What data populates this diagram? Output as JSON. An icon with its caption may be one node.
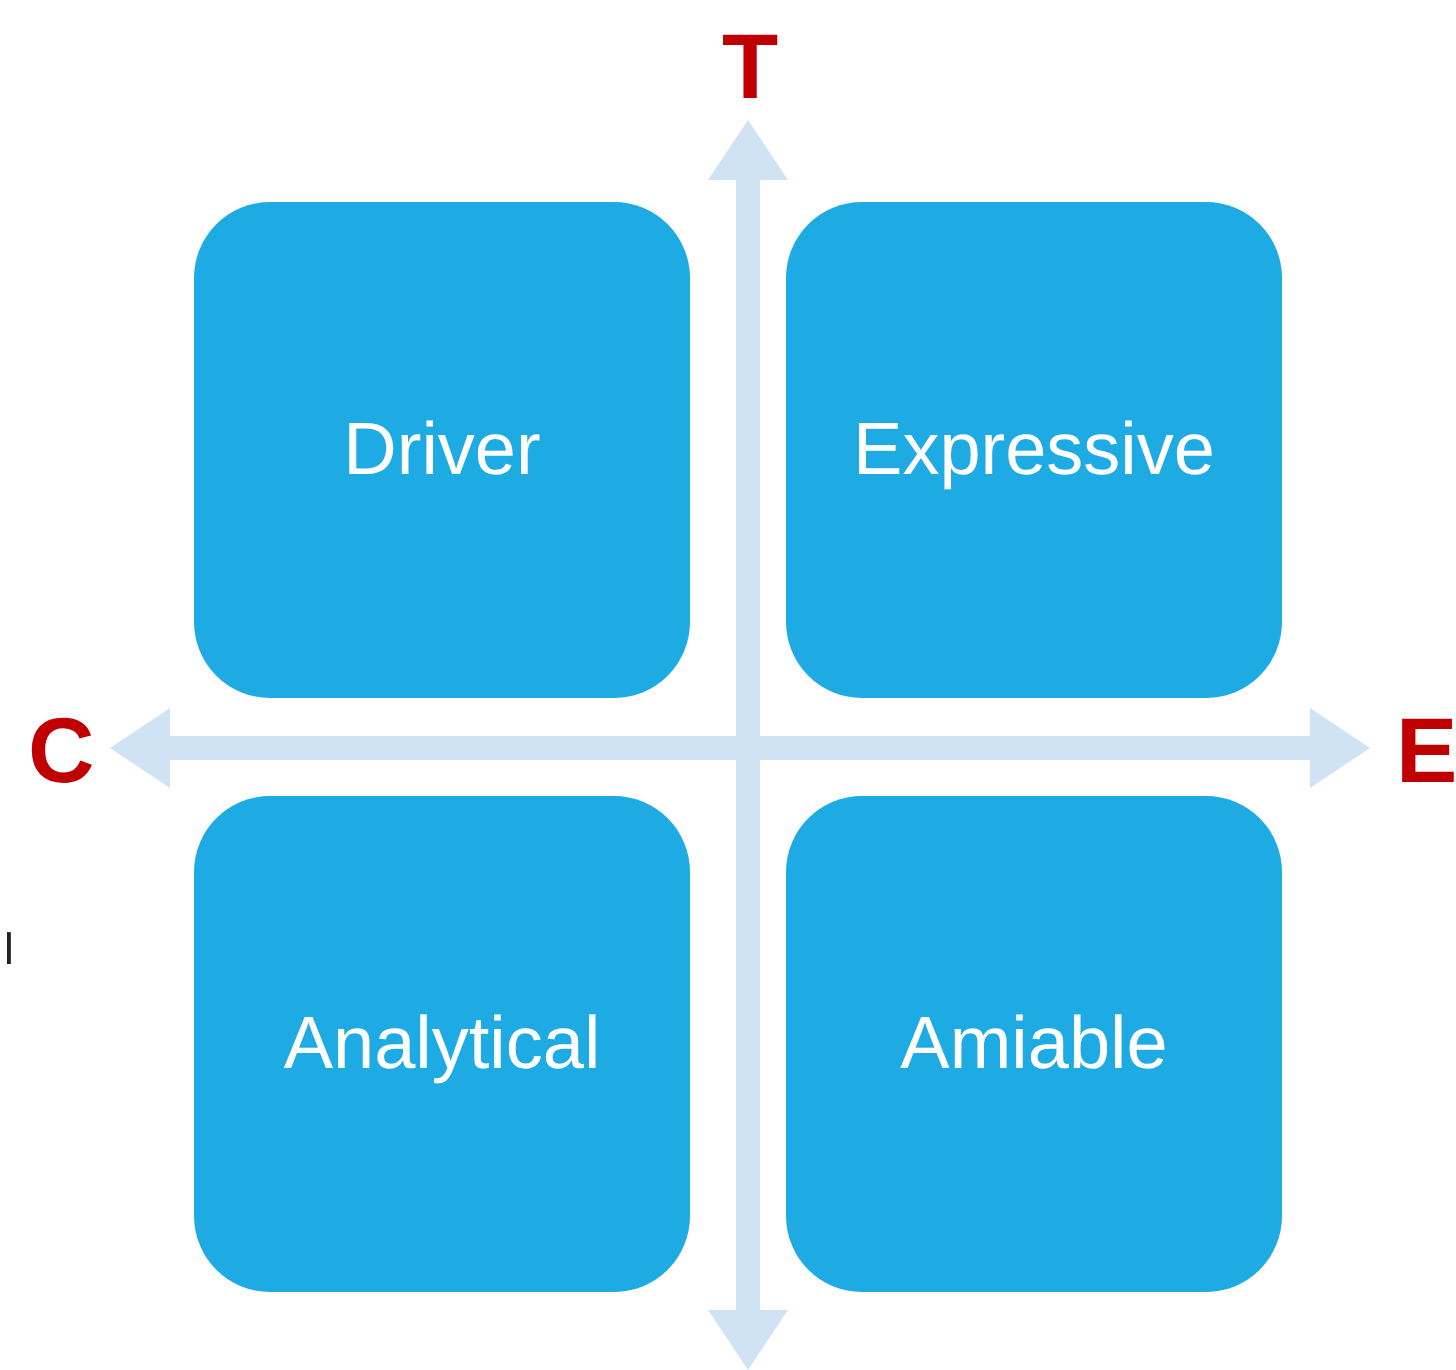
{
  "diagram": {
    "nodes": [
      {
        "text": [
          "Driver"
        ]
      },
      {
        "text": [
          "Expressive"
        ]
      },
      {
        "text": [
          "Analytical"
        ]
      },
      {
        "text": [
          "Amiable"
        ]
      }
    ],
    "labels": [
      "T",
      "C",
      "E",
      "l"
    ]
  }
}
